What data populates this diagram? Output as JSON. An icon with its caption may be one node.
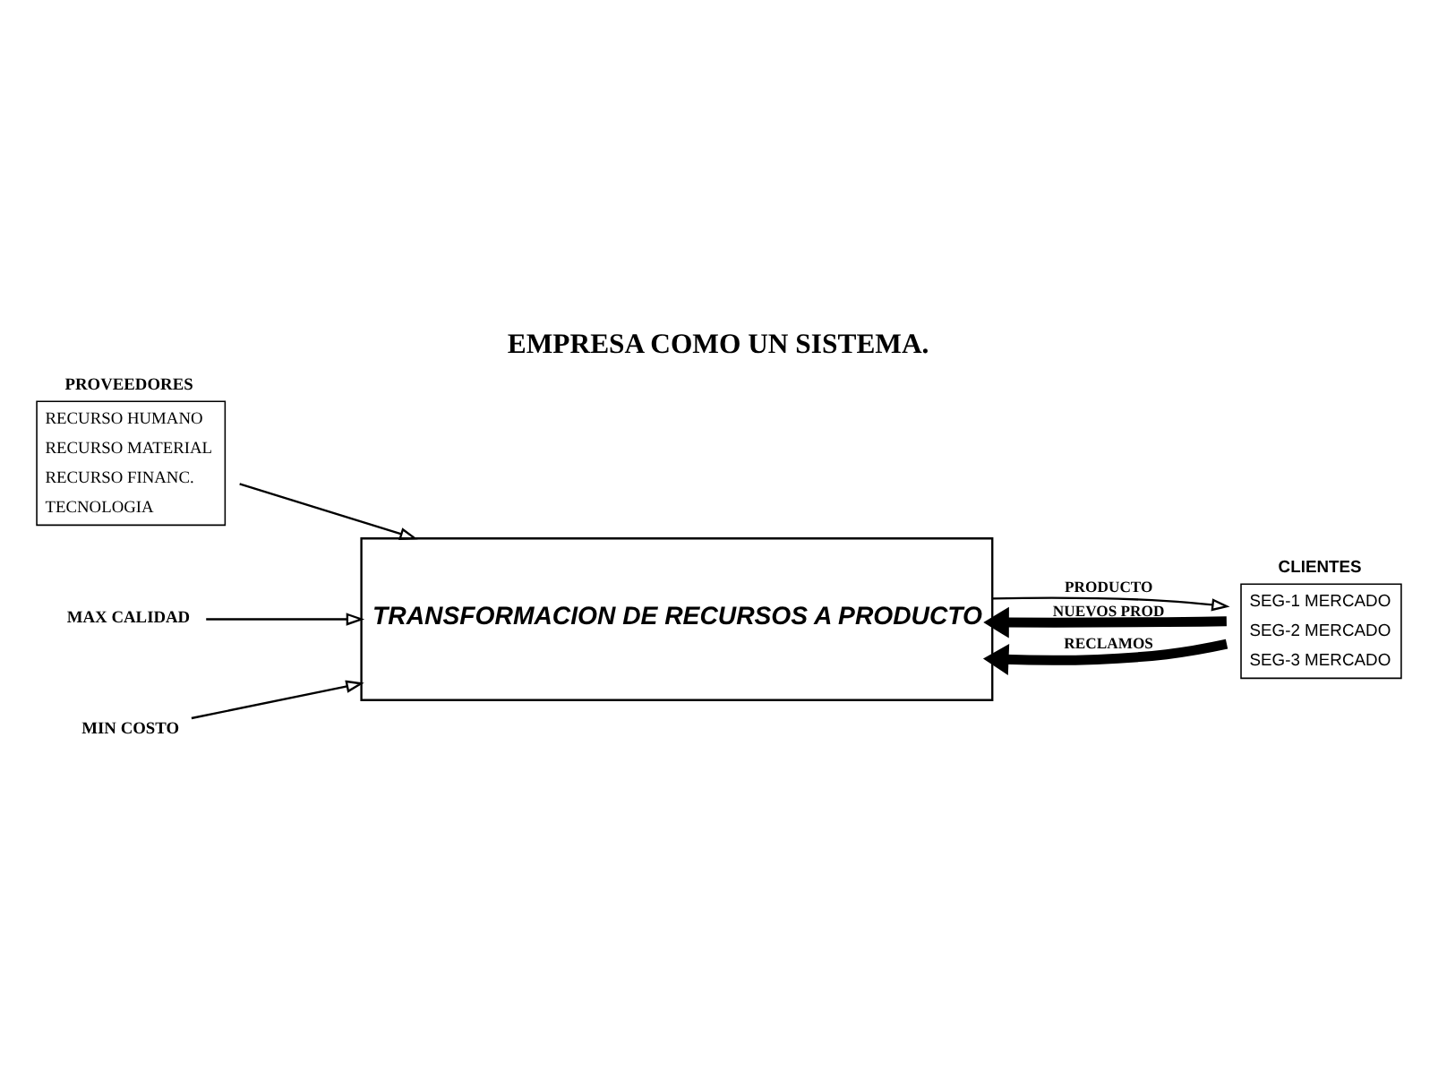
{
  "diagram": {
    "title": "EMPRESA COMO UN SISTEMA.",
    "nodes": [
      {
        "text": [
          "PROVEEDORES",
          "RECURSO HUMANO",
          "RECURSO MATERIAL",
          "RECURSO FINANC.",
          "TECNOLOGIA"
        ]
      },
      {
        "text": [
          "TRANSFORMACION DE RECURSOS A PRODUCTO"
        ]
      },
      {
        "text": [
          "CLIENTES",
          "SEG-1 MERCADO",
          "SEG-2 MERCADO",
          "SEG-3 MERCADO"
        ]
      },
      {
        "text": [
          "MAX CALIDAD"
        ]
      },
      {
        "text": [
          "MIN COSTO"
        ]
      }
    ],
    "edges": [
      {
        "from": 0,
        "to": 1,
        "arrow": "to"
      },
      {
        "from": 1,
        "to": 2,
        "arrow": "to",
        "label": "PRODUCTO"
      },
      {
        "from": 3,
        "to": 1,
        "arrow": "to"
      },
      {
        "from": 4,
        "to": 1,
        "arrow": "to"
      },
      {
        "from": 2,
        "to": 1,
        "arrow": "to",
        "label": "NUEVOS PROD",
        "style": "thick",
        "color": "#000000"
      },
      {
        "from": 2,
        "to": 1,
        "arrow": "to",
        "label": "RECLAMOS",
        "style": "thick",
        "color": "#000000"
      }
    ]
  }
}
